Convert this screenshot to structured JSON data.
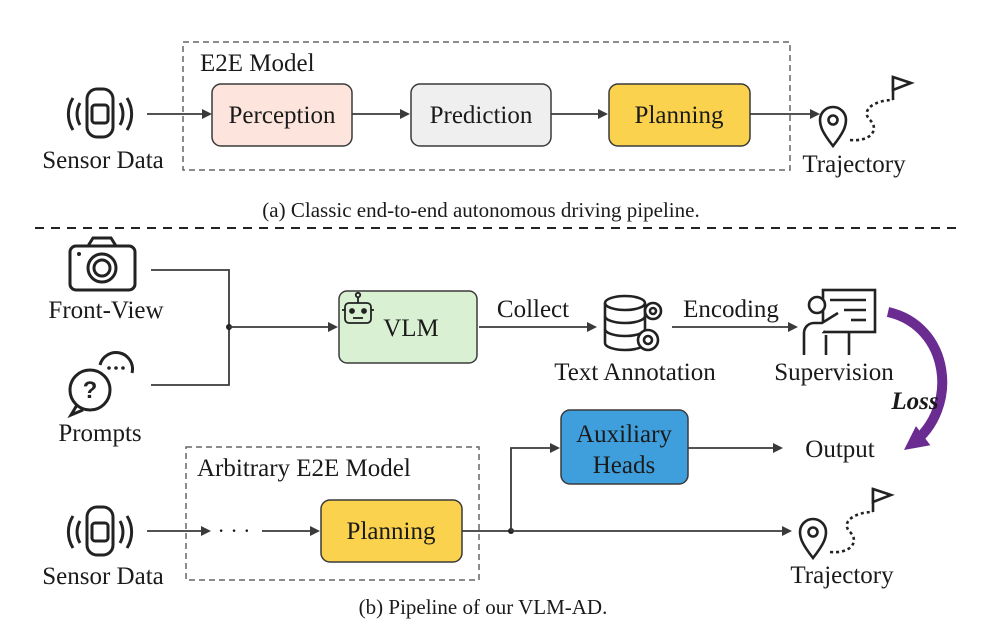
{
  "panel_a": {
    "group_label": "E2E Model",
    "sensor_label": "Sensor Data",
    "stages": [
      "Perception",
      "Prediction",
      "Planning"
    ],
    "output_label": "Trajectory",
    "caption": "(a) Classic end-to-end autonomous driving pipeline."
  },
  "panel_b": {
    "front_view_label": "Front-View",
    "prompts_label": "Prompts",
    "vlm_label": "VLM",
    "collect_label": "Collect",
    "text_annotation_label": "Text Annotation",
    "encoding_label": "Encoding",
    "supervision_label": "Supervision",
    "loss_label": "Loss",
    "aux_heads_line1": "Auxiliary",
    "aux_heads_line2": "Heads",
    "output_label": "Output",
    "group_label": "Arbitrary E2E Model",
    "ellipsis": "· · ·",
    "planning_label": "Planning",
    "sensor_label": "Sensor Data",
    "trajectory_label": "Trajectory",
    "caption": "(b) Pipeline of our VLM-AD."
  },
  "colors": {
    "perception_fill": "#fde4dc",
    "prediction_fill": "#efefef",
    "planning_fill": "#fbd24e",
    "vlm_fill": "#d9f0d3",
    "aux_fill": "#3f9fdc",
    "loss_arrow": "#6a2c91",
    "stroke": "#3a3a3a"
  },
  "icons": [
    "car-sensor-icon",
    "camera-icon",
    "question-bubble-icon",
    "robot-icon",
    "database-gear-icon",
    "teacher-board-icon",
    "trajectory-flag-icon"
  ]
}
